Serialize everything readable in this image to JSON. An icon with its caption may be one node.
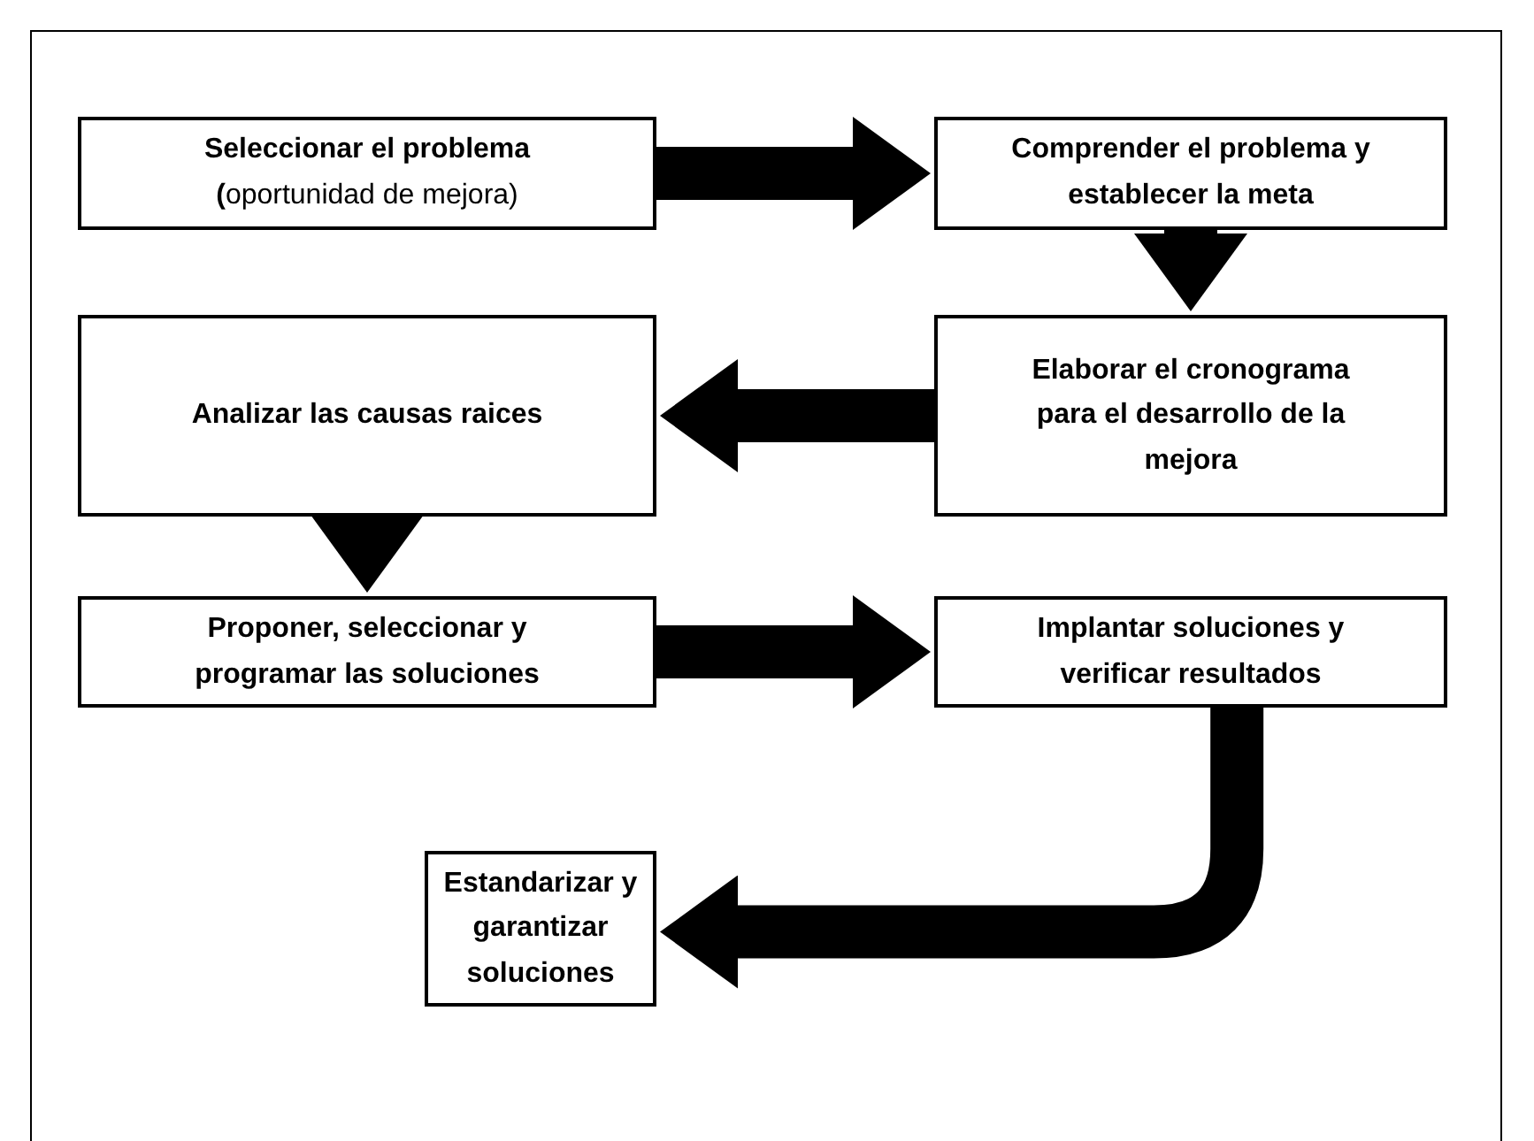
{
  "diagram": {
    "nodes": [
      {
        "text": [
          "**Seleccionar el problema (**oportunidad de mejora)"
        ]
      },
      {
        "text": [
          "Comprender el problema y establecer la meta"
        ]
      },
      {
        "text": [
          "Elaborar el cronograma para el desarrollo de la mejora"
        ]
      },
      {
        "text": [
          "Analizar las causas raices"
        ]
      },
      {
        "text": [
          "Proponer, seleccionar y programar las soluciones"
        ]
      },
      {
        "text": [
          "Implantar soluciones y verificar resultados"
        ]
      },
      {
        "text": [
          "Estandarizar y garantizar soluciones"
        ]
      }
    ],
    "edges": [
      {
        "from": 0,
        "to": 1,
        "arrow": "to"
      },
      {
        "from": 1,
        "to": 2,
        "arrow": "to"
      },
      {
        "from": 2,
        "to": 3,
        "arrow": "to"
      },
      {
        "from": 3,
        "to": 4,
        "arrow": "to"
      },
      {
        "from": 4,
        "to": 5,
        "arrow": "to"
      },
      {
        "from": 5,
        "to": 6,
        "arrow": "to"
      }
    ]
  }
}
